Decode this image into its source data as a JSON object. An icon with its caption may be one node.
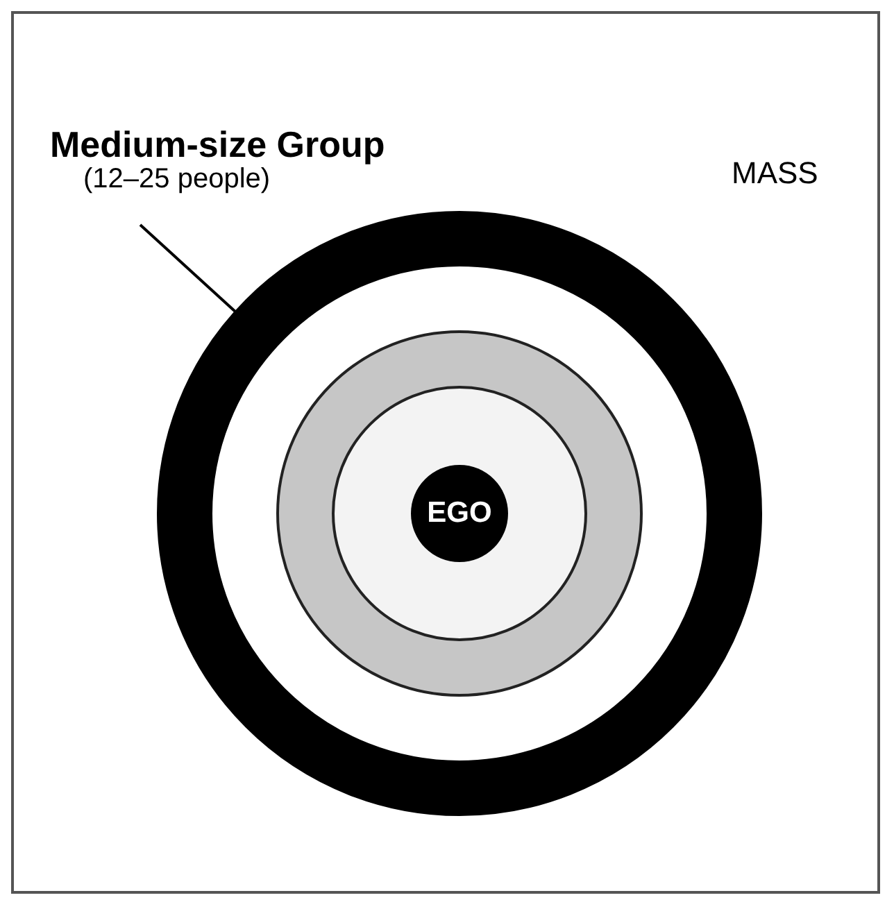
{
  "diagram": {
    "nodes": [
      {
        "text": [
          "Medium-size Group",
          "(12–25 people)"
        ]
      },
      {
        "text": [],
        "shape": "circle"
      },
      {
        "text": [],
        "shape": "circle",
        "in": 1
      },
      {
        "text": [],
        "shape": "circle",
        "in": 2
      },
      {
        "text": [
          "EGO"
        ],
        "in": 3
      }
    ],
    "edges": [
      {
        "from": 0,
        "to": 1,
        "arrow": "none"
      }
    ],
    "labels": [
      "MASS"
    ]
  }
}
